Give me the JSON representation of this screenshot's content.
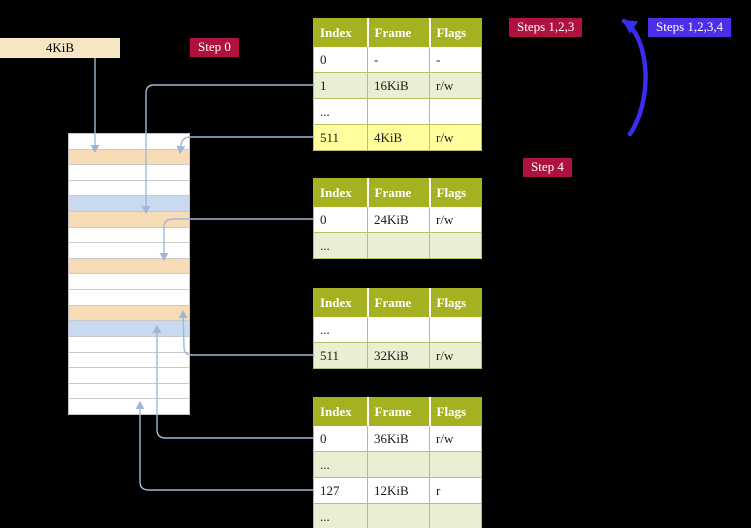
{
  "labels": {
    "frame_box": "4KiB",
    "step0": "Step 0",
    "steps123": "Steps 1,2,3",
    "steps1234": "Steps 1,2,3,4",
    "step4": "Step 4"
  },
  "colors": {
    "background": "#000000",
    "table_header": "#a6b122",
    "row_green": "#e9efd3",
    "row_highlight_yellow": "#ffff9e",
    "badge_crimson": "#b01240",
    "badge_blue": "#4c2fe8",
    "frame_box_beige": "#f6e7c4",
    "memory_peach": "#f8dcb6",
    "memory_blue": "#c9daf0",
    "arrow_light": "#9fb8d8",
    "arrow_blue": "#3a2cf0"
  },
  "tables": [
    {
      "headers": [
        "Index",
        "Frame",
        "Flags"
      ],
      "rows": [
        {
          "variant": "white",
          "cells": [
            "0",
            "-",
            "-"
          ]
        },
        {
          "variant": "green",
          "cells": [
            "1",
            "16KiB",
            "r/w"
          ]
        },
        {
          "variant": "white",
          "cells": [
            "...",
            "",
            ""
          ]
        },
        {
          "variant": "yellow",
          "cells": [
            "511",
            "4KiB",
            "r/w"
          ]
        }
      ]
    },
    {
      "headers": [
        "Index",
        "Frame",
        "Flags"
      ],
      "rows": [
        {
          "variant": "white",
          "cells": [
            "0",
            "24KiB",
            "r/w"
          ]
        },
        {
          "variant": "green",
          "cells": [
            "...",
            "",
            ""
          ]
        }
      ]
    },
    {
      "headers": [
        "Index",
        "Frame",
        "Flags"
      ],
      "rows": [
        {
          "variant": "white",
          "cells": [
            "...",
            "",
            ""
          ]
        },
        {
          "variant": "green",
          "cells": [
            "511",
            "32KiB",
            "r/w"
          ]
        }
      ]
    },
    {
      "headers": [
        "Index",
        "Frame",
        "Flags"
      ],
      "rows": [
        {
          "variant": "white",
          "cells": [
            "0",
            "36KiB",
            "r/w"
          ]
        },
        {
          "variant": "green",
          "cells": [
            "...",
            "",
            ""
          ]
        },
        {
          "variant": "white",
          "cells": [
            "127",
            "12KiB",
            "r"
          ]
        },
        {
          "variant": "green",
          "cells": [
            "...",
            "",
            ""
          ]
        }
      ]
    }
  ],
  "memory": {
    "rows": [
      "white",
      "peach",
      "white",
      "white",
      "blue",
      "peach",
      "white",
      "white",
      "peach",
      "white",
      "white",
      "peach",
      "blue",
      "white",
      "white",
      "white",
      "white",
      "white"
    ]
  }
}
